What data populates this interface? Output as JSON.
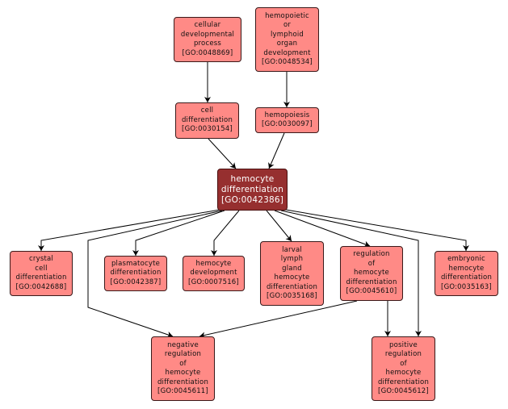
{
  "diagram": {
    "type": "GO term hierarchy",
    "colors": {
      "node_fill": "#ff8a86",
      "focus_fill": "#962f2f",
      "edge": "#000000",
      "background": "#ffffff"
    },
    "nodes": {
      "cellular_developmental_process": {
        "lines": [
          "cellular",
          "developmental",
          "process",
          "[GO:0048869]"
        ],
        "id": "GO:0048869"
      },
      "hemopoietic_or_lymphoid": {
        "lines": [
          "hemopoietic",
          "or",
          "lymphoid",
          "organ",
          "development",
          "[GO:0048534]"
        ],
        "id": "GO:0048534"
      },
      "cell_differentiation": {
        "lines": [
          "cell",
          "differentiation",
          "[GO:0030154]"
        ],
        "id": "GO:0030154"
      },
      "hemopoiesis": {
        "lines": [
          "hemopoiesis",
          "[GO:0030097]"
        ],
        "id": "GO:0030097"
      },
      "hemocyte_differentiation": {
        "lines": [
          "hemocyte",
          "differentiation",
          "[GO:0042386]"
        ],
        "id": "GO:0042386",
        "focus": true
      },
      "crystal_cell_differentiation": {
        "lines": [
          "crystal",
          "cell",
          "differentiation",
          "[GO:0042688]"
        ],
        "id": "GO:0042688"
      },
      "plasmatocyte_differentiation": {
        "lines": [
          "plasmatocyte",
          "differentiation",
          "[GO:0042387]"
        ],
        "id": "GO:0042387"
      },
      "hemocyte_development": {
        "lines": [
          "hemocyte",
          "development",
          "[GO:0007516]"
        ],
        "id": "GO:0007516"
      },
      "larval_lymph_gland": {
        "lines": [
          "larval",
          "lymph",
          "gland",
          "hemocyte",
          "differentiation",
          "[GO:0035168]"
        ],
        "id": "GO:0035168"
      },
      "regulation_hemocyte_diff": {
        "lines": [
          "regulation",
          "of",
          "hemocyte",
          "differentiation",
          "[GO:0045610]"
        ],
        "id": "GO:0045610"
      },
      "embryonic_hemocyte_diff": {
        "lines": [
          "embryonic",
          "hemocyte",
          "differentiation",
          "[GO:0035163]"
        ],
        "id": "GO:0035163"
      },
      "negative_regulation": {
        "lines": [
          "negative",
          "regulation",
          "of",
          "hemocyte",
          "differentiation",
          "[GO:0045611]"
        ],
        "id": "GO:0045611"
      },
      "positive_regulation": {
        "lines": [
          "positive",
          "regulation",
          "of",
          "hemocyte",
          "differentiation",
          "[GO:0045612]"
        ],
        "id": "GO:0045612"
      }
    },
    "edges": [
      {
        "from": "cellular_developmental_process",
        "to": "cell_differentiation"
      },
      {
        "from": "hemopoietic_or_lymphoid",
        "to": "hemopoiesis"
      },
      {
        "from": "cell_differentiation",
        "to": "hemocyte_differentiation"
      },
      {
        "from": "hemopoiesis",
        "to": "hemocyte_differentiation"
      },
      {
        "from": "hemocyte_differentiation",
        "to": "crystal_cell_differentiation"
      },
      {
        "from": "hemocyte_differentiation",
        "to": "negative_regulation"
      },
      {
        "from": "hemocyte_differentiation",
        "to": "plasmatocyte_differentiation"
      },
      {
        "from": "hemocyte_differentiation",
        "to": "hemocyte_development"
      },
      {
        "from": "hemocyte_differentiation",
        "to": "larval_lymph_gland"
      },
      {
        "from": "hemocyte_differentiation",
        "to": "regulation_hemocyte_diff"
      },
      {
        "from": "hemocyte_differentiation",
        "to": "positive_regulation"
      },
      {
        "from": "hemocyte_differentiation",
        "to": "embryonic_hemocyte_diff"
      },
      {
        "from": "regulation_hemocyte_diff",
        "to": "negative_regulation"
      },
      {
        "from": "regulation_hemocyte_diff",
        "to": "positive_regulation"
      }
    ]
  }
}
